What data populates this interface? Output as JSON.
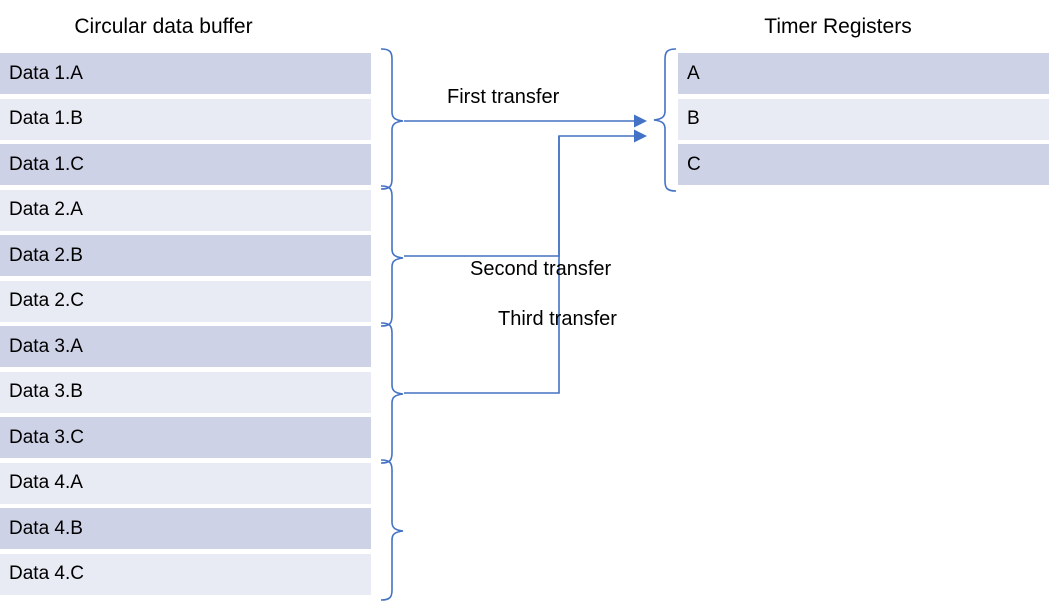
{
  "diagram": {
    "title_left": "Circular data buffer",
    "title_right": "Timer Registers",
    "accent_color": "#4472c4",
    "row_dark_color": "#ced2e6",
    "row_light_color": "#e8eaf4",
    "background_color": "#ffffff"
  },
  "buffer": {
    "header": "Circular data buffer",
    "rows": [
      {
        "label": "Data 1.A",
        "shade": "dark"
      },
      {
        "label": "Data 1.B",
        "shade": "light"
      },
      {
        "label": "Data 1.C",
        "shade": "dark"
      },
      {
        "label": "Data 2.A",
        "shade": "light"
      },
      {
        "label": "Data 2.B",
        "shade": "dark"
      },
      {
        "label": "Data 2.C",
        "shade": "light"
      },
      {
        "label": "Data 3.A",
        "shade": "dark"
      },
      {
        "label": "Data 3.B",
        "shade": "light"
      },
      {
        "label": "Data 3.C",
        "shade": "dark"
      },
      {
        "label": "Data 4.A",
        "shade": "light"
      },
      {
        "label": "Data 4.B",
        "shade": "dark"
      },
      {
        "label": "Data 4.C",
        "shade": "light"
      }
    ]
  },
  "registers": {
    "header": "Timer Registers",
    "rows": [
      {
        "label": "A",
        "shade": "dark"
      },
      {
        "label": "B",
        "shade": "light"
      },
      {
        "label": "C",
        "shade": "dark"
      }
    ]
  },
  "transfers": [
    {
      "label": "First transfer",
      "source_group": 1,
      "target": "registers"
    },
    {
      "label": "Second transfer",
      "source_group": 2,
      "target": "registers"
    },
    {
      "label": "Third transfer",
      "source_group": 3,
      "target": "registers"
    }
  ],
  "groups": [
    {
      "name": "group-1",
      "rows": [
        "Data 1.A",
        "Data 1.B",
        "Data 1.C"
      ]
    },
    {
      "name": "group-2",
      "rows": [
        "Data 2.A",
        "Data 2.B",
        "Data 2.C"
      ]
    },
    {
      "name": "group-3",
      "rows": [
        "Data 3.A",
        "Data 3.B",
        "Data 3.C"
      ]
    },
    {
      "name": "group-4",
      "rows": [
        "Data 4.A",
        "Data 4.B",
        "Data 4.C"
      ]
    }
  ]
}
